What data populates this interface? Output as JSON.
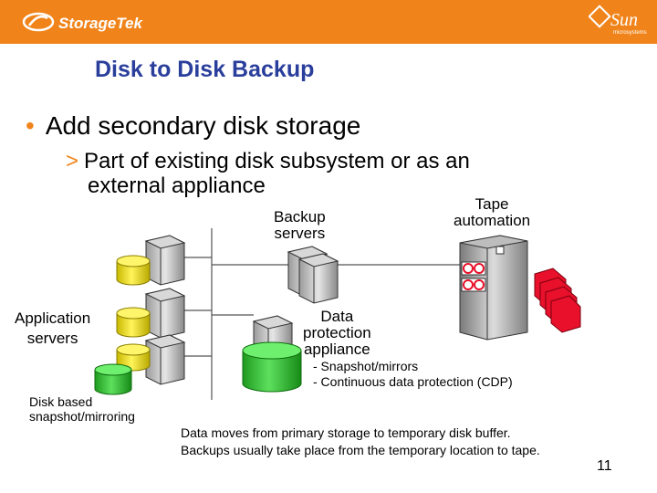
{
  "header": {
    "brand_left": "StorageTek",
    "brand_right": "Sun",
    "brand_right_sub": "microsystems",
    "header_color": "#f0841a",
    "title_color": "#2a3e9c",
    "disk_yellow": "#f0e000",
    "disk_green": "#2db82d",
    "tape_red": "#e8102a"
  },
  "slide": {
    "title": "Disk to Disk Backup",
    "bullet_1": "Add secondary disk storage",
    "bullet_2_line1": "Part of existing disk subsystem or as an",
    "bullet_2_line2": "external appliance",
    "bullet_symbol": "•",
    "sub_symbol": ">"
  },
  "diagram": {
    "backup_servers_line1": "Backup",
    "backup_servers_line2": "servers",
    "tape_line1": "Tape",
    "tape_line2": "automation",
    "app_servers_line1": "Application",
    "app_servers_line2": "servers",
    "appliance_line1": "Data",
    "appliance_line2": "protection",
    "appliance_line3": "appliance",
    "appliance_note1": "- Snapshot/mirrors",
    "appliance_note2": "- Continuous data protection (CDP)",
    "disk_based_line1": "Disk based",
    "disk_based_line2": "snapshot/mirroring"
  },
  "footer": {
    "caption_line1": "Data moves from primary storage to temporary disk buffer.",
    "caption_line2": "Backups usually take place from the temporary location to tape.",
    "page_number": "11"
  }
}
